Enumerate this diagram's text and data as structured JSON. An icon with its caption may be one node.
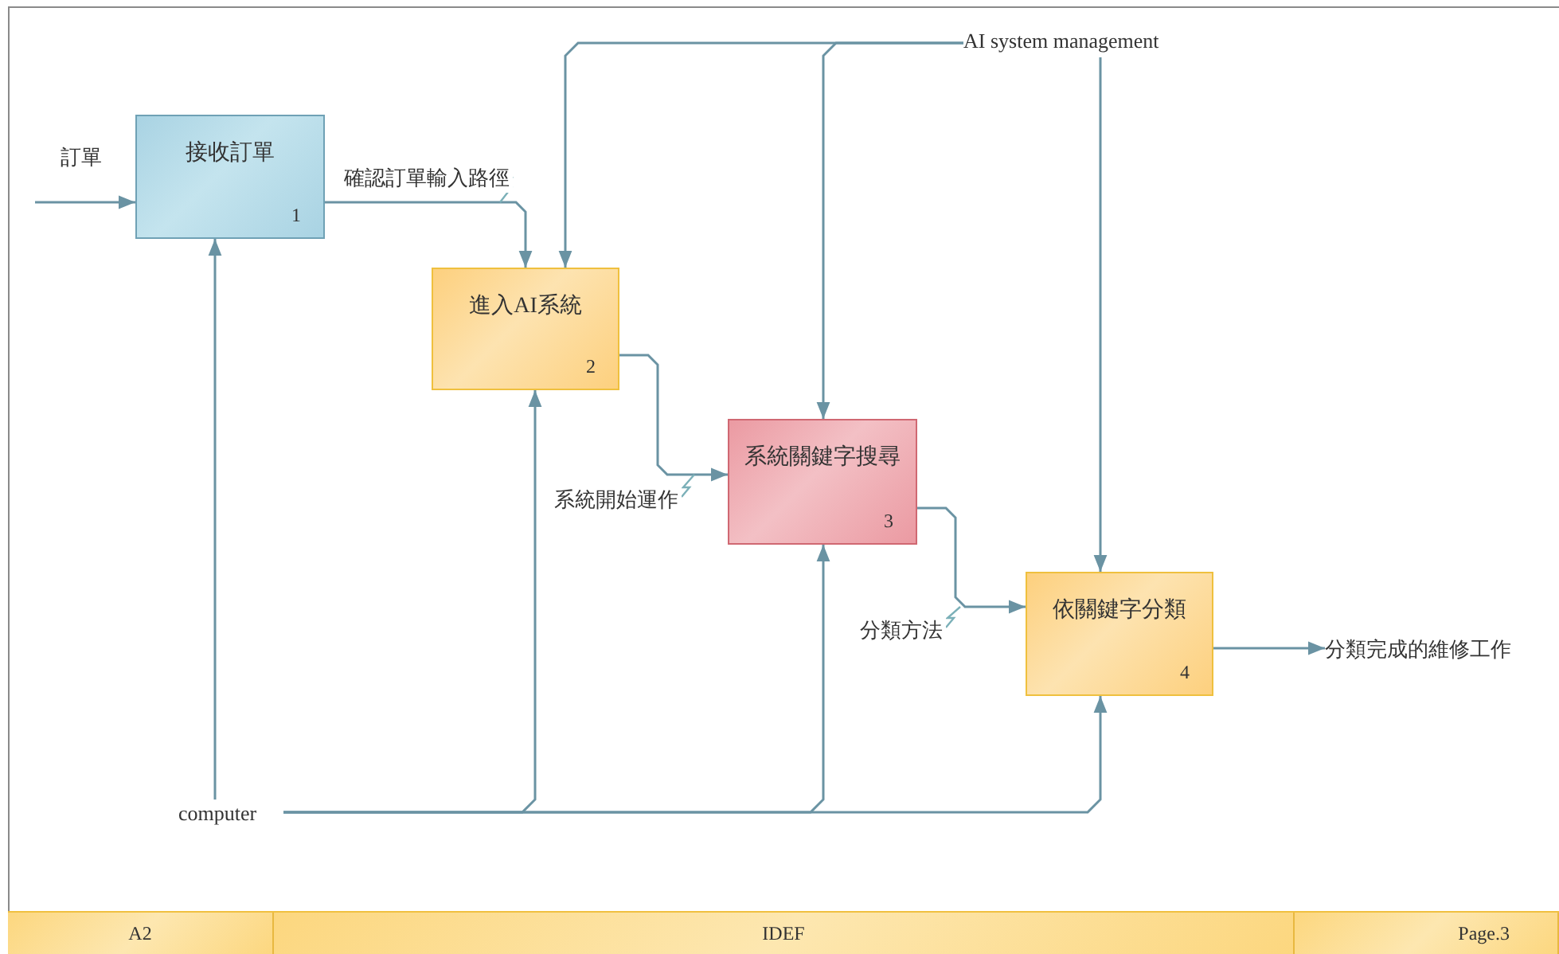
{
  "diagram": {
    "nodes": [
      {
        "text": [
          "接收訂單",
          "1"
        ]
      },
      {
        "text": [
          "進入AI系統",
          "2"
        ]
      },
      {
        "text": [
          "系統關鍵字搜尋",
          "3"
        ]
      },
      {
        "text": [
          "依關鍵字分類",
          "4"
        ]
      },
      {
        "text": [
          "AI system management"
        ]
      },
      {
        "text": [
          "computer"
        ]
      },
      {
        "text": [
          "分類完成的維修工作"
        ]
      }
    ],
    "edges": [
      {
        "from": null,
        "to": 0,
        "arrow": "to",
        "label": "訂單"
      },
      {
        "from": 0,
        "to": 1,
        "arrow": "to",
        "label": "確認訂單輸入路徑"
      },
      {
        "from": 1,
        "to": 2,
        "arrow": "to",
        "label": "系統開始運作"
      },
      {
        "from": 2,
        "to": 3,
        "arrow": "to",
        "label": "分類方法"
      },
      {
        "from": 3,
        "to": 6,
        "arrow": "to"
      },
      {
        "from": 4,
        "to": 1,
        "arrow": "to"
      },
      {
        "from": 4,
        "to": 2,
        "arrow": "to"
      },
      {
        "from": 4,
        "to": 3,
        "arrow": "to"
      },
      {
        "from": 5,
        "to": 0,
        "arrow": "to"
      },
      {
        "from": 5,
        "to": 1,
        "arrow": "to"
      },
      {
        "from": 5,
        "to": 2,
        "arrow": "to"
      },
      {
        "from": 5,
        "to": 3,
        "arrow": "to"
      }
    ],
    "labels": [
      "A2",
      "IDEF",
      "Page.3"
    ]
  }
}
